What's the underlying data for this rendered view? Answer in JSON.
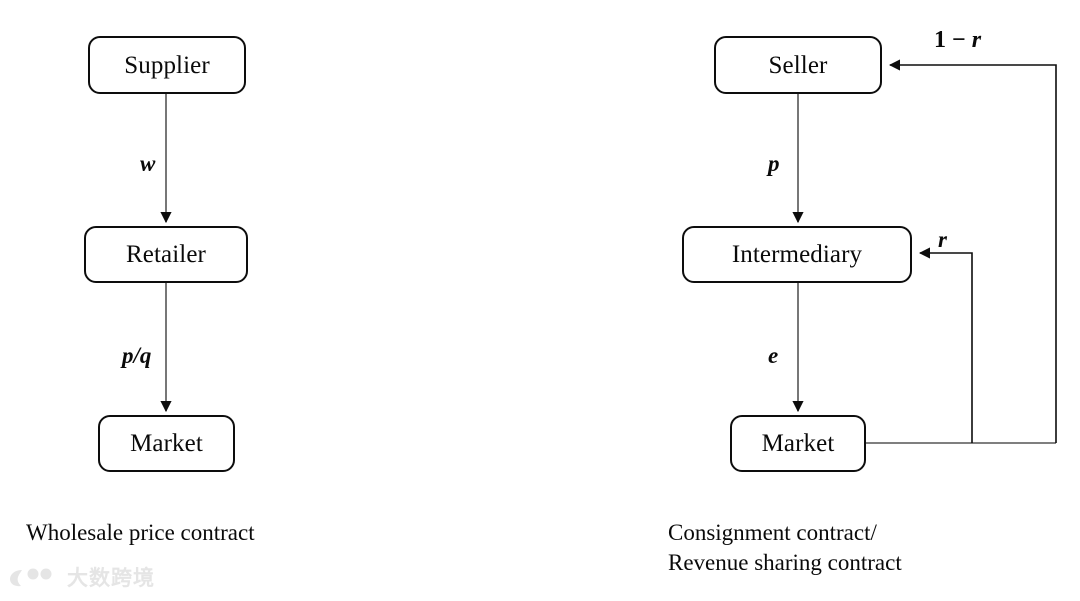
{
  "diagram": {
    "type": "flow-diagram",
    "background": "#ffffff",
    "stroke_color": "#0d0d0d",
    "text_color": "#0a0a0a",
    "panels": [
      {
        "id": "wholesale",
        "caption": "Wholesale price contract",
        "nodes": [
          {
            "id": "supplier",
            "label": "Supplier"
          },
          {
            "id": "retailer",
            "label": "Retailer"
          },
          {
            "id": "market",
            "label": "Market"
          }
        ],
        "edges": [
          {
            "from": "supplier",
            "to": "retailer",
            "label": "w",
            "direction": "down"
          },
          {
            "from": "retailer",
            "to": "market",
            "label": "p/q",
            "direction": "down"
          }
        ]
      },
      {
        "id": "consignment",
        "caption": "Consignment contract/\nRevenue sharing contract",
        "nodes": [
          {
            "id": "seller",
            "label": "Seller"
          },
          {
            "id": "intermediary",
            "label": "Intermediary"
          },
          {
            "id": "market",
            "label": "Market"
          }
        ],
        "edges": [
          {
            "from": "seller",
            "to": "intermediary",
            "label": "p",
            "direction": "down"
          },
          {
            "from": "intermediary",
            "to": "market",
            "label": "e",
            "direction": "down"
          },
          {
            "from": "market",
            "to": "intermediary",
            "label": "r",
            "direction": "feedback-inner"
          },
          {
            "from": "market",
            "to": "seller",
            "label_parts": {
              "prefix": "1 ",
              "op": "− ",
              "symbol": "r"
            },
            "label": "1 − r",
            "direction": "feedback-outer"
          }
        ]
      }
    ]
  },
  "labels": {
    "w": "w",
    "pq": "p/q",
    "p": "p",
    "e": "e",
    "r": "r",
    "one_minus_r_prefix": "1 − ",
    "one_minus_r_symbol": "r"
  },
  "nodes": {
    "supplier": "Supplier",
    "retailer": "Retailer",
    "market_left": "Market",
    "seller": "Seller",
    "intermediary": "Intermediary",
    "market_right": "Market"
  },
  "captions": {
    "left": "Wholesale price contract",
    "right": "Consignment contract/\nRevenue sharing contract"
  },
  "watermark": {
    "text": "大数跨境",
    "color": "#e3e3e3"
  }
}
